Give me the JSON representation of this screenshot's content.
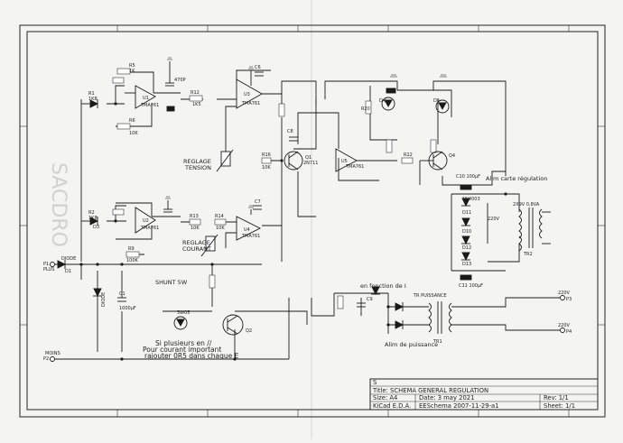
{
  "title_block": {
    "sheet_number": "S",
    "title": "Title: SCHEMA GENERAL REGULATION",
    "size": "Size: A4",
    "date": "Date: 3 may 2021",
    "rev": "Rev: 1/1",
    "kicad": "KiCad E.D.A.",
    "eeschema": "EESchema 2007-11-29-a1",
    "sheet": "Sheet: 1/1"
  },
  "labels": {
    "reglage_tension_1": "REGLAGE",
    "reglage_tension_2": "TENSION",
    "reglage_courant_1": "REGLAGE",
    "reglage_courant_2": "COURANT",
    "shunt": "SHUNT 5W",
    "note_1": "Si plusieurs en //",
    "note_2": "Pour courant important",
    "note_3": "rajouter 0R5 dans chaque E",
    "en_fonction": "en fonction de I",
    "alim_carte": "Alim carte régulation",
    "alim_puissance": "Alim de puissance",
    "tr_puissance": "TR PUISSANCE",
    "v220_top": "220V",
    "v220_bottom": "220V",
    "p1": "P1",
    "plus": "PLUS",
    "p2": "P2",
    "moins": "MOINS",
    "p3": "P3",
    "p4": "P4",
    "diode": "DIODE",
    "d1": "D1",
    "diode_vertical": "DIODE"
  },
  "components": {
    "r1": "R1",
    "r1v": "1K8",
    "r2": "R2",
    "r2v": "1K8",
    "u1": "U1",
    "u1t": "TMA761",
    "u2": "U2",
    "u2t": "TMA761",
    "u3": "U3",
    "u3t": "TMA761",
    "u4": "U4",
    "u4t": "TMA761",
    "u5": "U5",
    "u5t": "TMA761",
    "r12": "R12",
    "r12v": "1K5",
    "r13": "R13",
    "r13v": "10K",
    "r14": "R14",
    "r14v": "10K",
    "r16": "R16",
    "r16v": "10K",
    "r20": "R20",
    "r22": "R22",
    "r5": "R5",
    "r5v": "1K",
    "r6": "R6",
    "r6v": "10K",
    "r9": "R9",
    "r9v": "100K",
    "q1": "Q1",
    "q1t": "2N711",
    "q4": "Q4",
    "d3": "D3",
    "d4": "D4",
    "d5": "D5",
    "d11": "D11",
    "d12": "D12",
    "d13": "D13",
    "d10": "D10",
    "c1": "C1",
    "c1v": "1000µF",
    "c6": "C6",
    "c7": "C7",
    "c8": "C8",
    "c9": "C9",
    "c10": "C10 100µF",
    "c11": "C11 100µF",
    "cap470": "470P",
    "tr2": "TR2",
    "tr1": "TR1",
    "tr_rating": "2X9V 0,8VA",
    "zener": "1N4003",
    "v220_6": "220V",
    "shunt_r": "3W05",
    "q2": "Q2"
  }
}
